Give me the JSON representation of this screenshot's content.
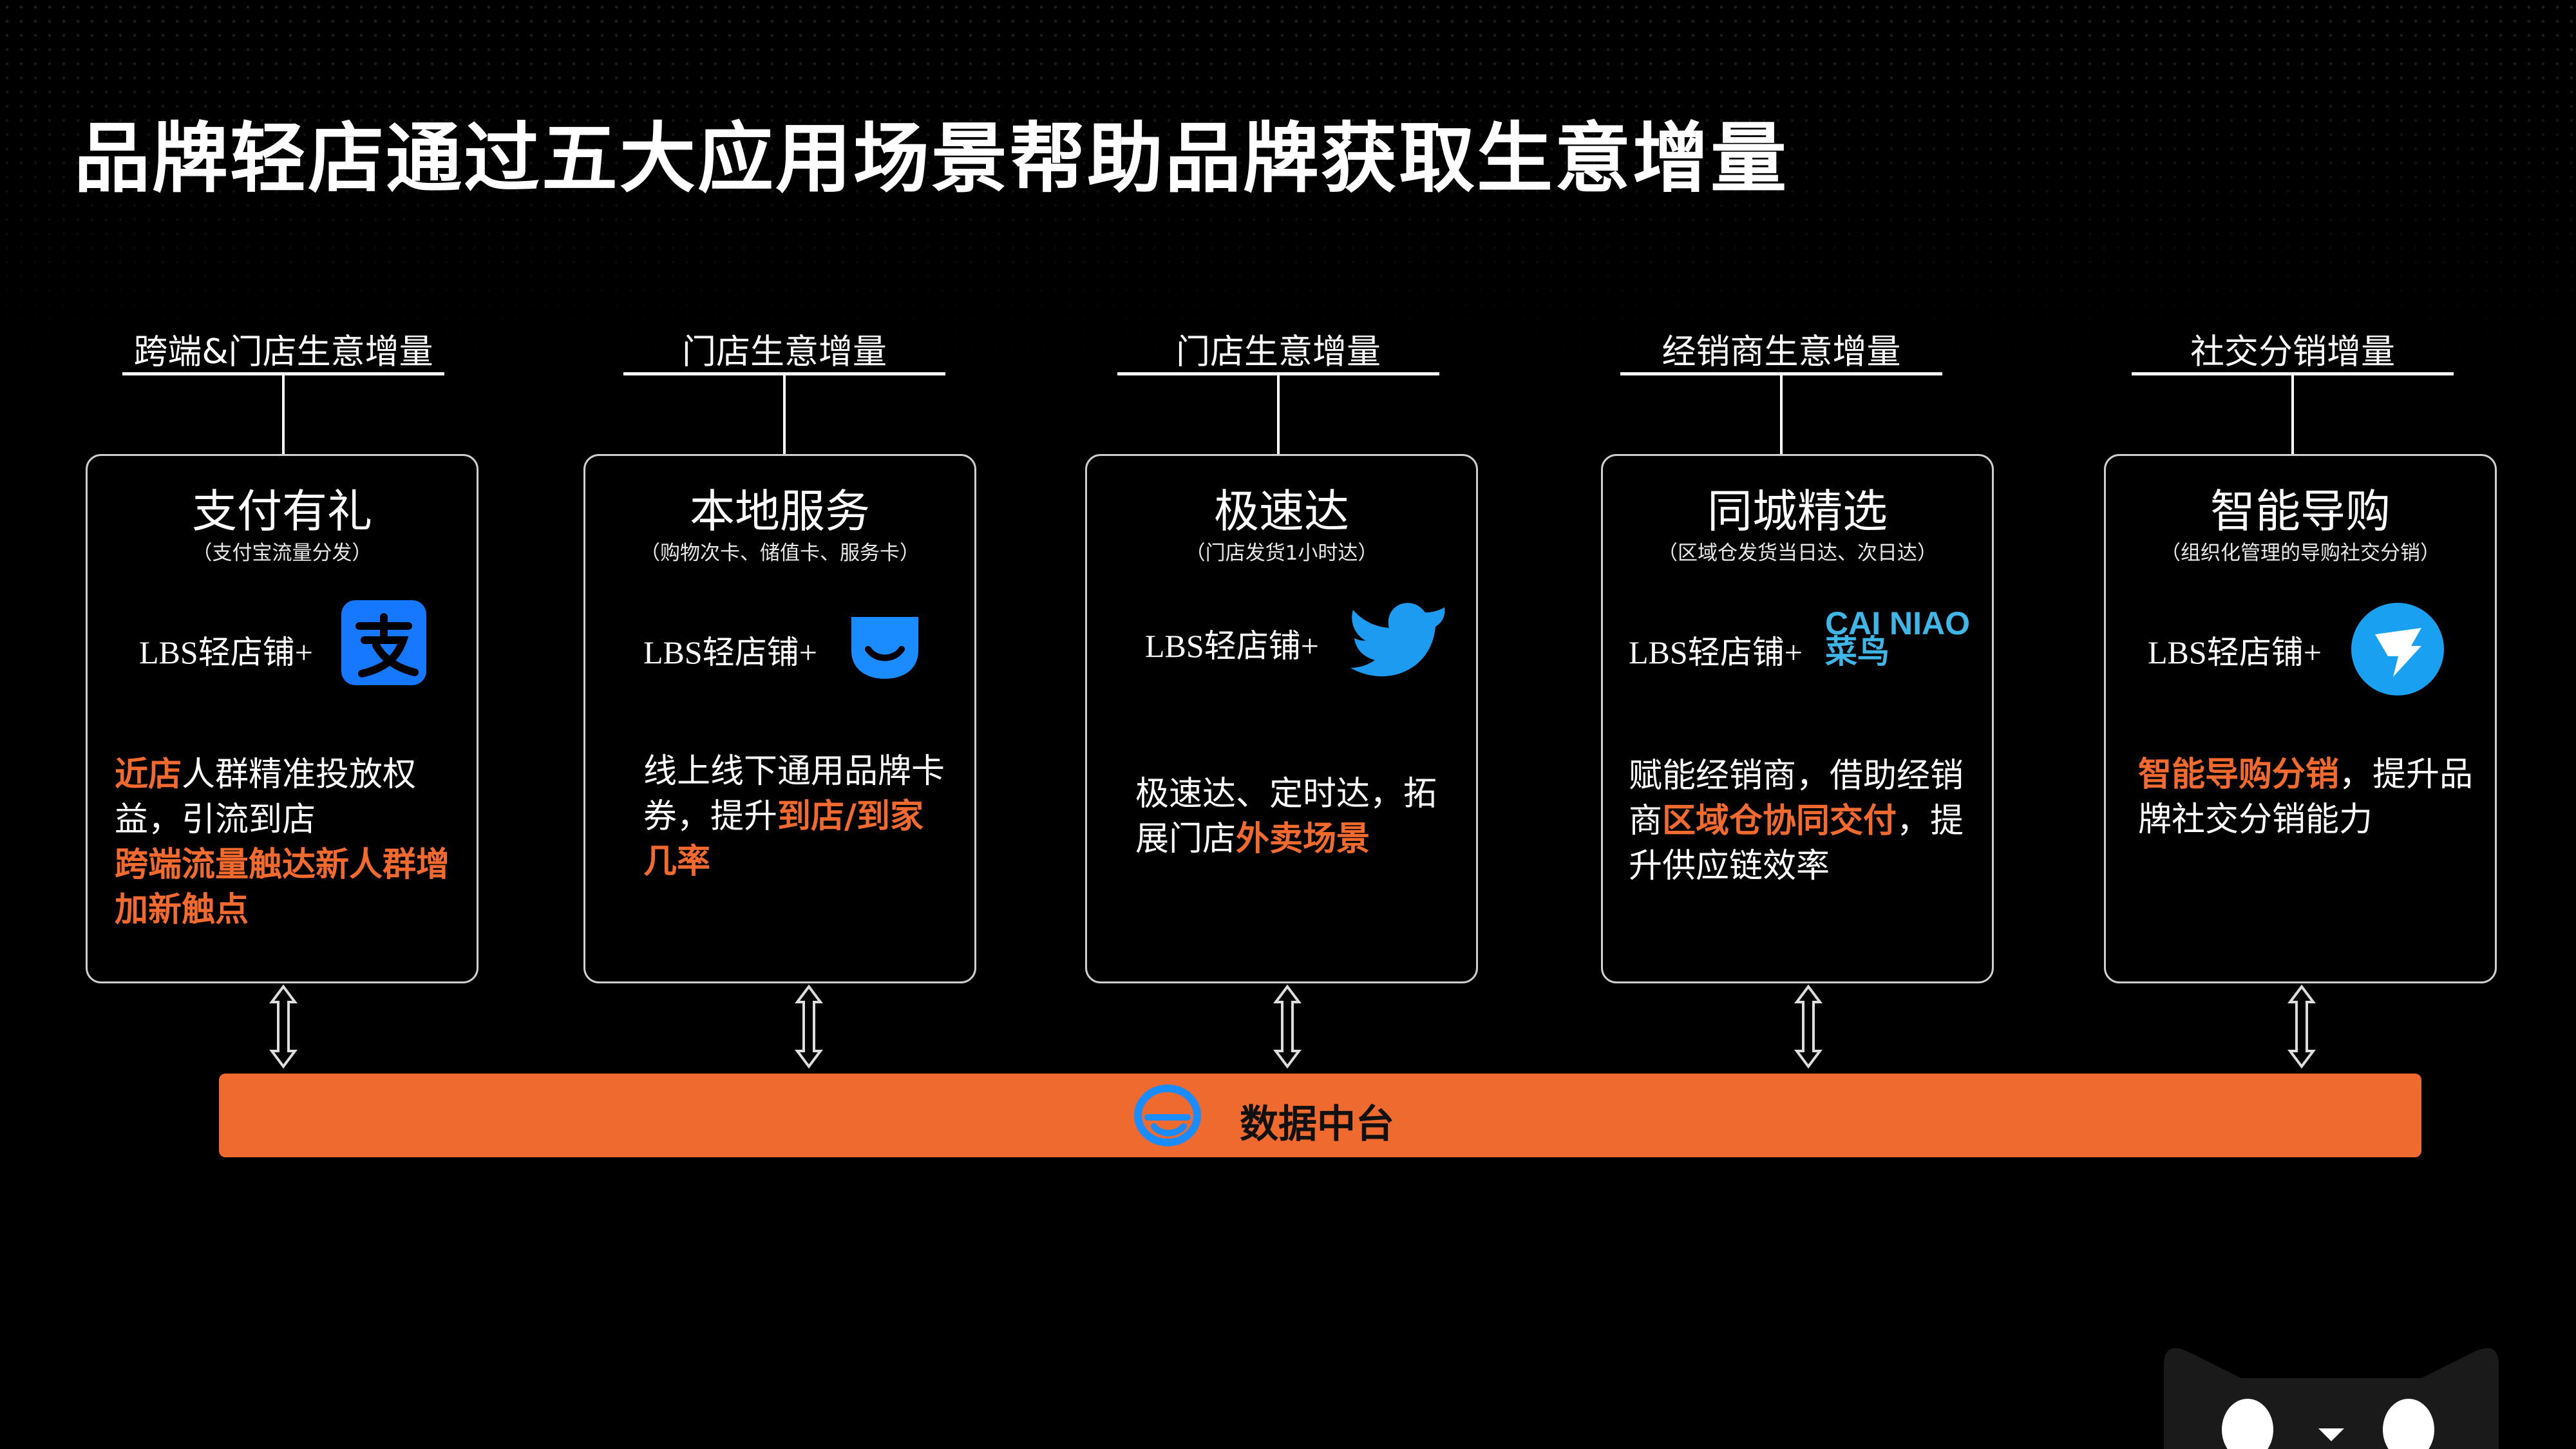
{
  "title": "品牌轻店通过五大应用场景帮助品牌获取生意增量",
  "accent_color": "#ef6a2f",
  "columns": [
    {
      "header": "跨端&门店生意增量",
      "card_title": "支付有礼",
      "card_subtitle": "（支付宝流量分发）",
      "lbs_label": "LBS轻店铺+",
      "logo_icon": "alipay-logo-icon",
      "body": [
        {
          "text": "近店",
          "hl": true
        },
        {
          "text": "人群精准投放权益，引流到店",
          "hl": false
        },
        {
          "text": "跨端流量触达新人群增加新触点",
          "hl": true
        }
      ]
    },
    {
      "header": "门店生意增量",
      "card_title": "本地服务",
      "card_subtitle": "（购物次卡、储值卡、服务卡）",
      "lbs_label": "LBS轻店铺+",
      "logo_icon": "koubei-logo-icon",
      "body": [
        {
          "text": "线上线下通用品牌卡券，提升",
          "hl": false
        },
        {
          "text": "到店/到家几率",
          "hl": true
        }
      ]
    },
    {
      "header": "门店生意增量",
      "card_title": "极速达",
      "card_subtitle": "（门店发货1小时达）",
      "lbs_label": "LBS轻店铺+",
      "logo_icon": "bird-logo-icon",
      "body": [
        {
          "text": "极速达、定时达，拓展门店",
          "hl": false
        },
        {
          "text": "外卖场景",
          "hl": true
        }
      ]
    },
    {
      "header": "经销商生意增量",
      "card_title": "同城精选",
      "card_subtitle": "（区域仓发货当日达、次日达）",
      "lbs_label": "LBS轻店铺+",
      "logo_icon": "cainiao-logo-icon",
      "logo_text": "CAI NIAO 菜鸟",
      "body": [
        {
          "text": "赋能经销商，借助经销商",
          "hl": false
        },
        {
          "text": "区域仓协同交付",
          "hl": true
        },
        {
          "text": "，提升供应链效率",
          "hl": false
        }
      ]
    },
    {
      "header": "社交分销增量",
      "card_title": "智能导购",
      "card_subtitle": "（组织化管理的导购社交分销）",
      "lbs_label": "LBS轻店铺+",
      "logo_icon": "dingtalk-logo-icon",
      "body": [
        {
          "text": "智能导购分销",
          "hl": true
        },
        {
          "text": "，提升品牌社交分销能力",
          "hl": false
        }
      ]
    }
  ],
  "data_hub": {
    "label": "数据中台",
    "icon": "data-hub-icon"
  }
}
